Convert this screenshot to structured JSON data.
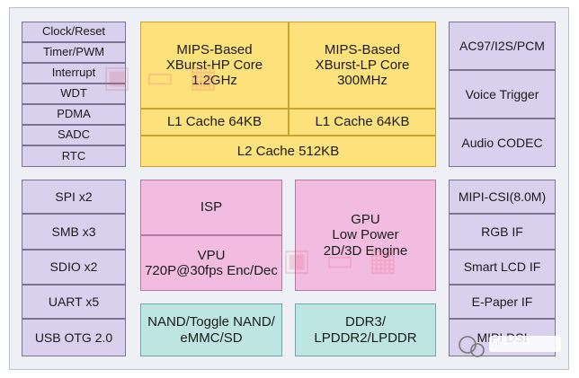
{
  "left_top": [
    "Clock/Reset",
    "Timer/PWM",
    "Interrupt",
    "WDT",
    "PDMA",
    "SADC",
    "RTC"
  ],
  "cpu": {
    "hp_core": "MIPS-Based\nXBurst-HP Core\n1.2GHz",
    "lp_core": "MIPS-Based\nXBurst-LP Core\n300MHz",
    "hp_l1": "L1 Cache 64KB",
    "lp_l1": "L1 Cache 64KB",
    "l2": "L2 Cache 512KB"
  },
  "right_top": [
    "AC97/I2S/PCM",
    "Voice Trigger",
    "Audio CODEC"
  ],
  "left_bottom": [
    "SPI x2",
    "SMB x3",
    "SDIO x2",
    "UART x5",
    "USB OTG 2.0"
  ],
  "media": {
    "isp": "ISP",
    "vpu": "VPU\n720P@30fps  Enc/Dec",
    "gpu": "GPU\nLow Power\n2D/3D Engine"
  },
  "storage": {
    "nand": "NAND/Toggle NAND/\neMMC/SD",
    "ddr": "DDR3/\nLPDDR2/LPDDR"
  },
  "right_bottom": [
    "MIPI-CSI(8.0M)",
    "RGB IF",
    "Smart LCD IF",
    "E-Paper IF",
    "MIPI DSI"
  ],
  "colors": {
    "purple": "#d8d0ec",
    "yellow": "#fde27c",
    "pink": "#f2bce0",
    "teal": "#bde6e2"
  }
}
